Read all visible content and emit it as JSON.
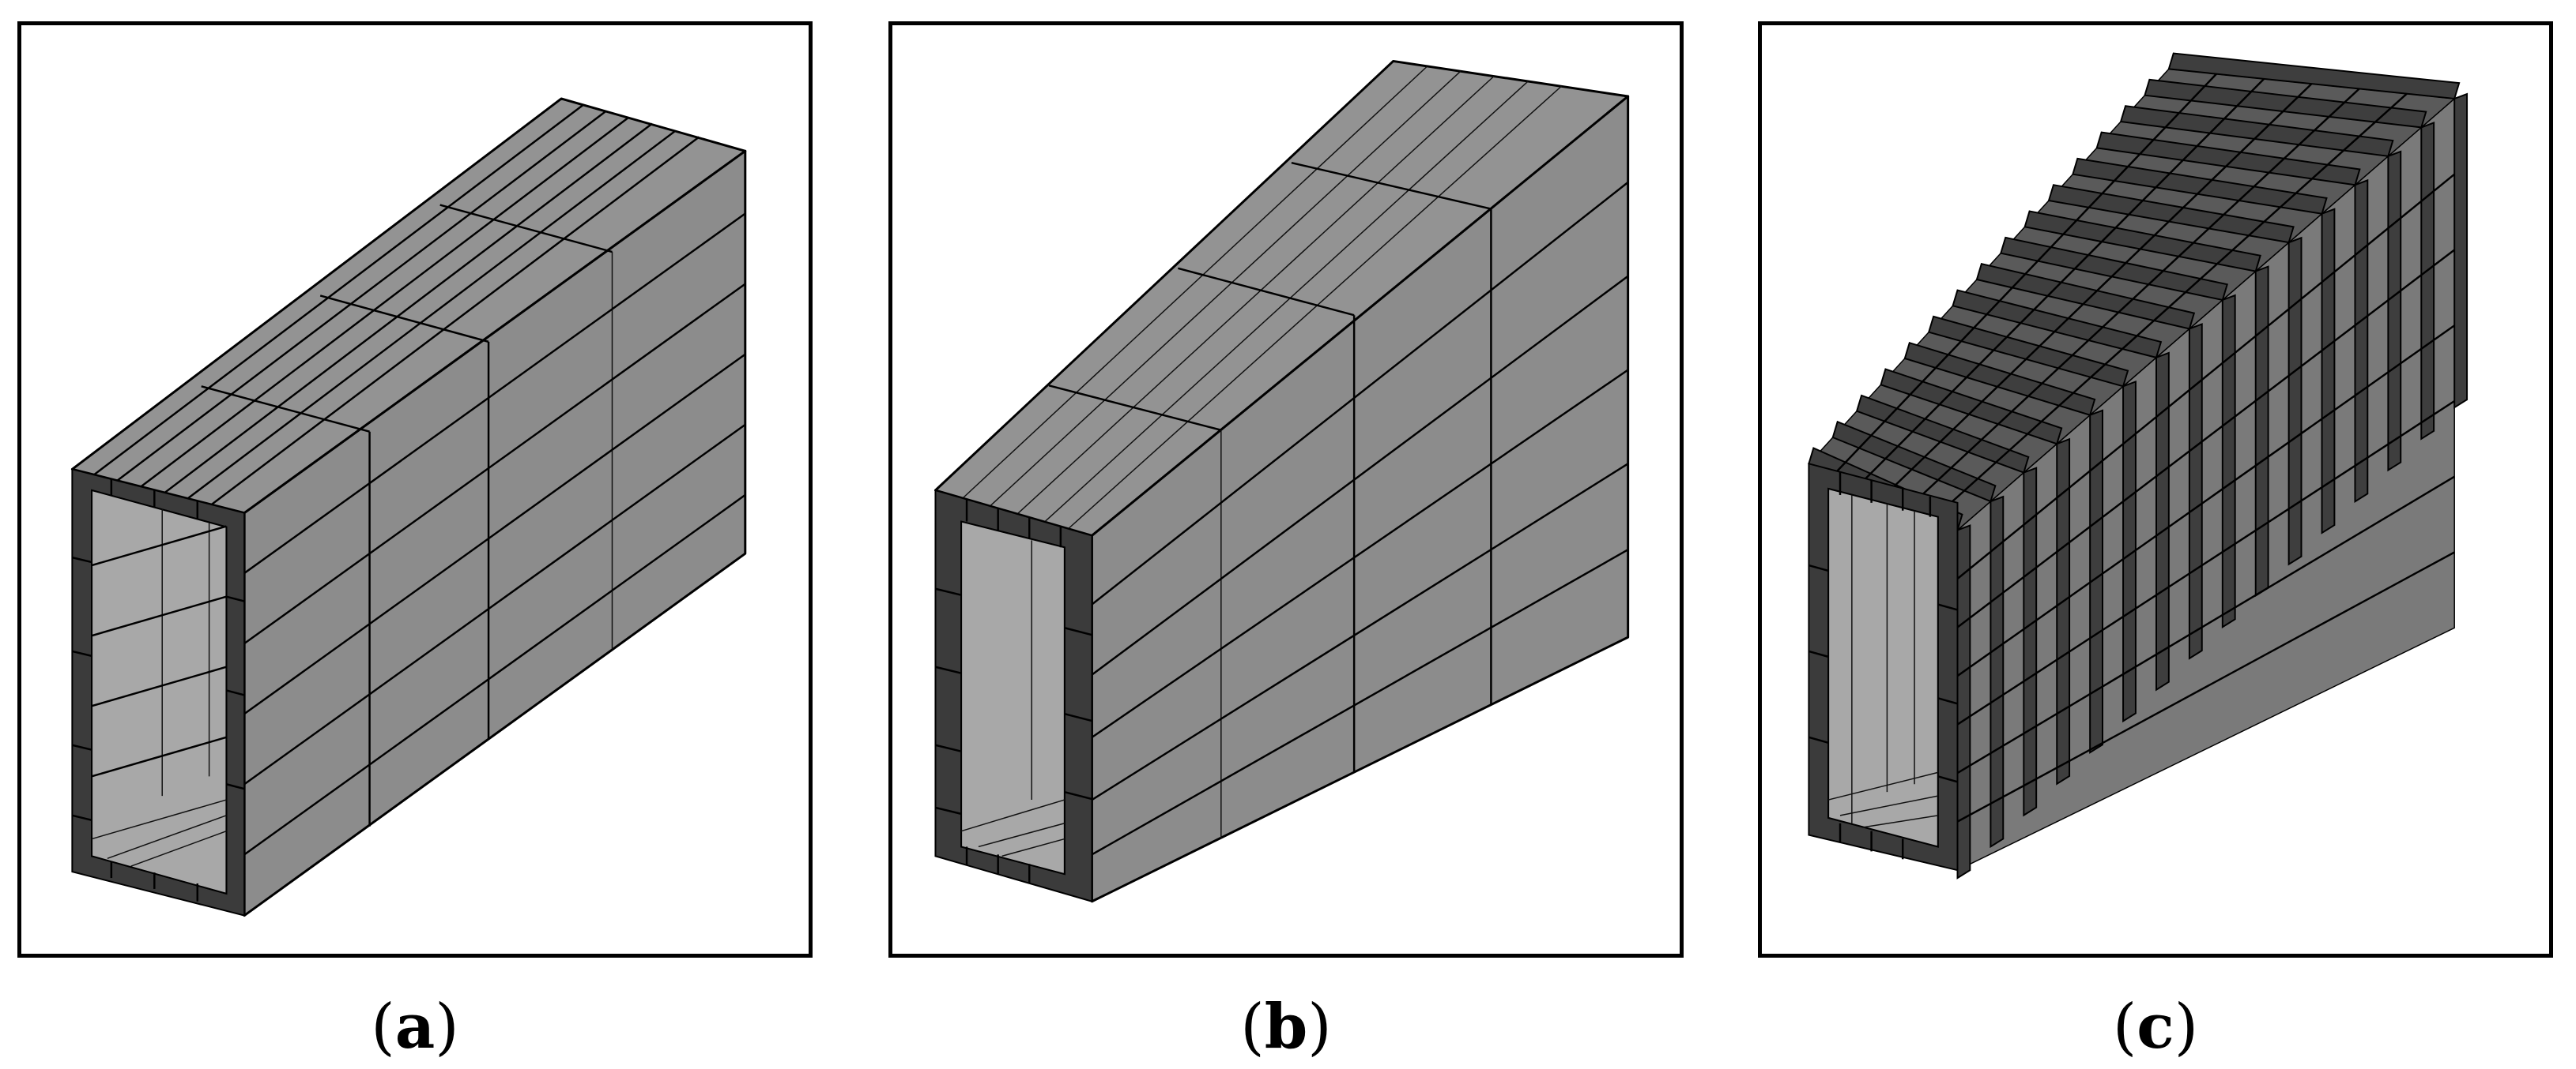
{
  "figure": {
    "panels": [
      {
        "id": "a",
        "caption_open": "(",
        "caption_letter": "a",
        "caption_close": ")"
      },
      {
        "id": "b",
        "caption_open": "(",
        "caption_letter": "b",
        "caption_close": ")"
      },
      {
        "id": "c",
        "caption_open": "(",
        "caption_letter": "c",
        "caption_close": ")"
      }
    ]
  },
  "colors": {
    "face": "#8c8c8c",
    "wall": "#3b3b3b",
    "inner": "#a8a8a8",
    "frame": "#000000"
  }
}
